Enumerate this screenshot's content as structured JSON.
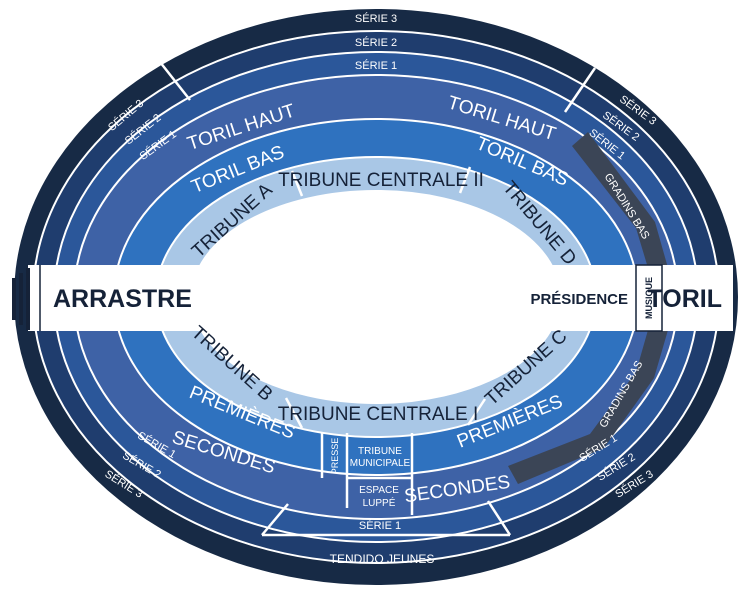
{
  "colors": {
    "serie3": "#172a45",
    "serie2": "#1f3d6e",
    "serie1": "#2b579a",
    "toril_haut": "#3e62a6",
    "toril_bas": "#2f72bf",
    "tribunes": "#a9c7e6",
    "tribune_text": "#152238",
    "gradins": "#3b4556",
    "divider": "#ffffff",
    "band": "#ffffff"
  },
  "labels": {
    "serie3_top": "SÉRIE 3",
    "serie2_top": "SÉRIE 2",
    "serie1_top": "SÉRIE 1",
    "serie3_ul": "SÉRIE 3",
    "serie2_ul": "SÉRIE 2",
    "serie1_ul": "SÉRIE 1",
    "serie3_ur": "SÉRIE 3",
    "serie2_ur": "SÉRIE 2",
    "serie1_ur": "SÉRIE 1",
    "gradins_bas_top": "GRADINS BAS",
    "toril_haut_left": "TORIL HAUT",
    "toril_haut_right": "TORIL HAUT",
    "toril_bas_left": "TORIL BAS",
    "toril_bas_right": "TORIL BAS",
    "tribune_a": "TRIBUNE A",
    "tribune_centrale_2": "TRIBUNE CENTRALE II",
    "tribune_d": "TRIBUNE D",
    "arrastre": "ARRASTRE",
    "presidence": "PRÉSIDENCE",
    "musique": "MUSIQUE",
    "toril": "TORIL",
    "tribune_b": "TRIBUNE B",
    "tribune_centrale_1": "TRIBUNE CENTRALE I",
    "tribune_c": "TRIBUNE C",
    "premieres_left": "PREMIÈRES",
    "premieres_right": "PREMIÈRES",
    "secondes_left": "SECONDES",
    "secondes_right": "SECONDES",
    "presse": "PRESSE",
    "tribune_municipale_1": "TRIBUNE",
    "tribune_municipale_2": "MUNICIPALE",
    "espace_luppe_1": "ESPACE",
    "espace_luppe_2": "LUPPÉ",
    "gradins_bas_bottom": "GRADINS BAS",
    "serie1_ll": "SÉRIE 1",
    "serie2_ll": "SÉRIE 2",
    "serie3_ll": "SÉRIE 3",
    "serie1_lr": "SÉRIE 1",
    "serie2_lr": "SÉRIE 2",
    "serie3_lr": "SÉRIE 3",
    "serie1_bottom": "SÉRIE 1",
    "tendido_jeunes": "TENDIDO JEUNES"
  }
}
